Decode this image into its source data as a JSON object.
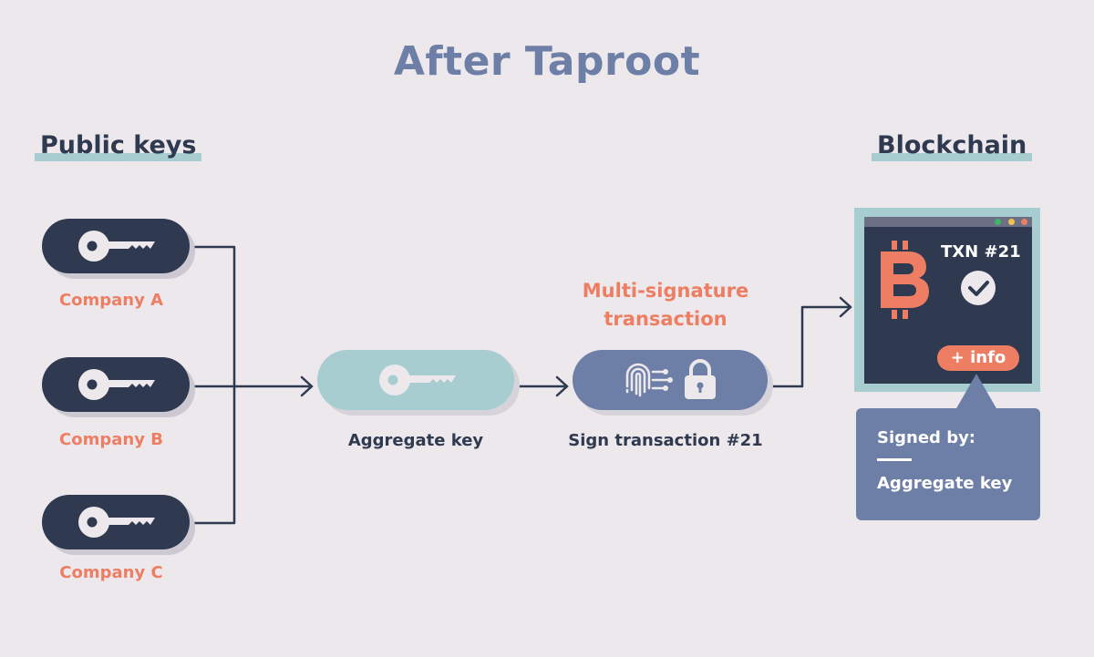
{
  "title": "After Taproot",
  "headings": {
    "public_keys": "Public keys",
    "blockchain": "Blockchain"
  },
  "companies": [
    "Company A",
    "Company B",
    "Company C"
  ],
  "aggregate_label": "Aggregate key",
  "multisig_label_line1": "Multi-signature",
  "multisig_label_line2": "transaction",
  "sign_label": "Sign transaction #21",
  "blockchain_screen": {
    "txn": "TXN #21",
    "info_button": "+ info",
    "window_dots": [
      "#3fb56a",
      "#f2c14e",
      "#ee7e63"
    ]
  },
  "tooltip": {
    "signed_by": "Signed by:",
    "value": "Aggregate key"
  },
  "icons": [
    "key-icon",
    "fingerprint-icon",
    "lock-icon",
    "bitcoin-icon",
    "check-icon"
  ],
  "colors": {
    "navy": "#2f3a51",
    "slate": "#6d7fa6",
    "teal": "#a8cdd1",
    "coral": "#ee7e63",
    "background": "#ece8eb"
  }
}
